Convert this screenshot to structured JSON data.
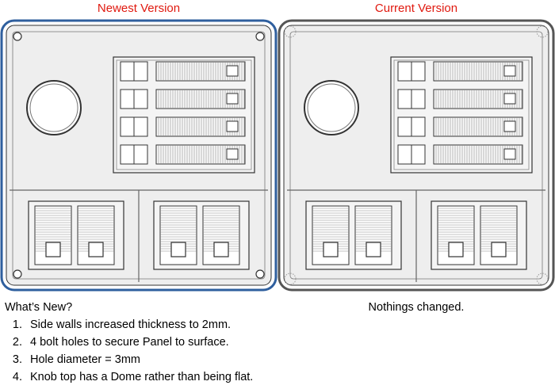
{
  "left_panel": {
    "heading": "Newest Version",
    "heading_color": "#e0190f"
  },
  "right_panel": {
    "heading": "Current Version",
    "heading_color": "#e0190f"
  },
  "notes": {
    "title": "What’s New?",
    "items": [
      "Side walls increased thickness to 2mm.",
      "4 bolt holes to secure Panel to surface.",
      "Hole diameter = 3mm",
      "Knob top has a Dome rather than being flat."
    ]
  },
  "status": {
    "text": "Nothings changed."
  },
  "colors": {
    "border_left": "#2f5f9e",
    "border_right": "#555555",
    "panel_fill": "#eeeeee",
    "line": "#333333"
  }
}
